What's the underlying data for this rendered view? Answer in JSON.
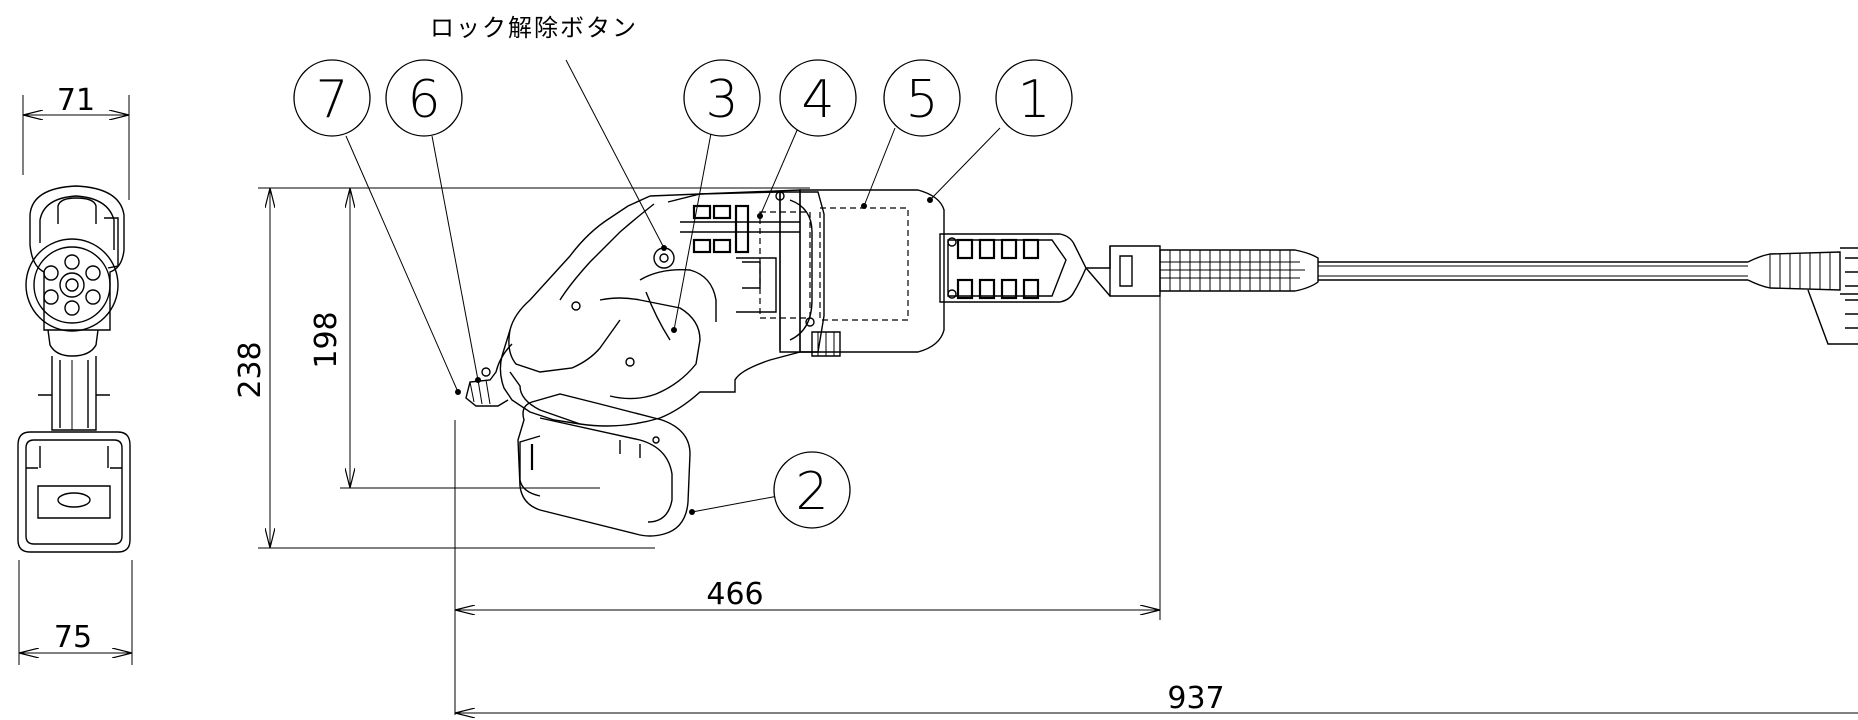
{
  "dimensions": {
    "front_width_top": "71",
    "front_width_bottom": "75",
    "height_overall": "238",
    "height_inner": "198",
    "length_body": "466",
    "length_overall": "937"
  },
  "callouts": {
    "lock_release_note": "ロック解除ボタン",
    "balloons": [
      "7",
      "6",
      "3",
      "4",
      "5",
      "1",
      "2"
    ]
  }
}
